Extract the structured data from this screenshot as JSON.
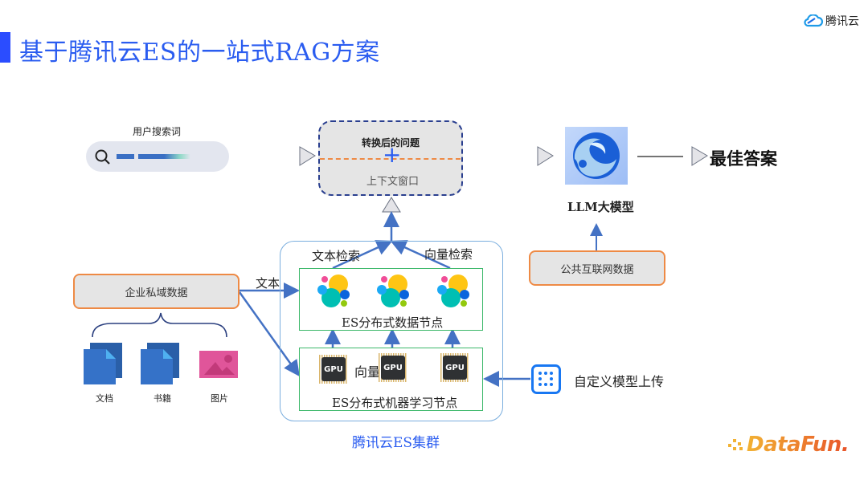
{
  "header": {
    "title": "基于腾讯云ES的一站式RAG方案",
    "brand": "腾讯云",
    "brand_icon": "cloud-icon"
  },
  "search": {
    "label": "用户搜索词",
    "icon": "search-icon"
  },
  "query_box": {
    "top_label": "转换后的问题",
    "bottom_label": "上下文窗口",
    "plus_symbol": "+"
  },
  "llm": {
    "label": "LLM大模型",
    "icon": "llm-logo-icon"
  },
  "answer": {
    "label": "最佳答案"
  },
  "public_data": {
    "label": "公共互联网数据"
  },
  "enterprise_data": {
    "label": "企业私域数据",
    "sources": [
      {
        "label": "文档",
        "icon": "document-icon"
      },
      {
        "label": "书籍",
        "icon": "book-icon"
      },
      {
        "label": "图片",
        "icon": "image-icon"
      }
    ]
  },
  "edges": {
    "text_label": "文本",
    "text_search": "文本检索",
    "vector_search": "向量检索",
    "vector_label": "向量"
  },
  "cluster": {
    "label": "腾讯云ES集群",
    "data_nodes_label": "ES分布式数据节点",
    "ml_nodes_label": "ES分布式机器学习节点",
    "gpu_label": "GPU",
    "data_node_count": 3,
    "gpu_count": 3
  },
  "custom_model": {
    "label": "自定义模型上传",
    "icon": "grid-dots-icon"
  },
  "footer": {
    "logo": "DataFun."
  },
  "colors": {
    "title_blue": "#2a5cf0",
    "arrow_blue": "#4472c4",
    "orange_border": "#ee8a45",
    "green_border": "#3cb86a",
    "dashed_navy": "#2a3f8f"
  }
}
